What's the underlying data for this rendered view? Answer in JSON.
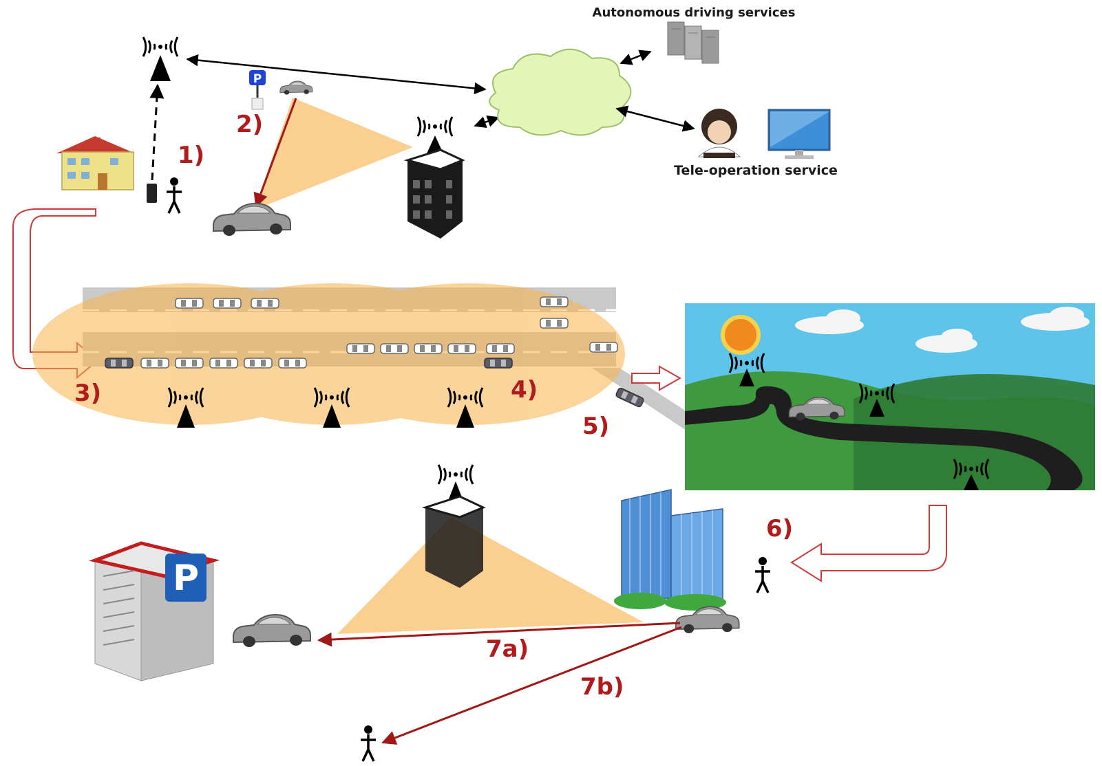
{
  "services": {
    "autonomous_driving": "Autonomous driving services",
    "tele_operation": "Tele-operation service"
  },
  "steps": {
    "s1": "1)",
    "s2": "2)",
    "s3": "3)",
    "s4": "4)",
    "s5": "5)",
    "s6": "6)",
    "s7a": "7a)",
    "s7b": "7b)"
  },
  "parking_sign": "P",
  "colors": {
    "step_label": "#b01c1c",
    "coverage": "#f7b24a",
    "cloud": "#e4f5b8",
    "sky": "#5fc4ea",
    "hills": "#3f9a3f",
    "road": "#1e1e1e",
    "flow_arrow": "#cc3a3a"
  }
}
